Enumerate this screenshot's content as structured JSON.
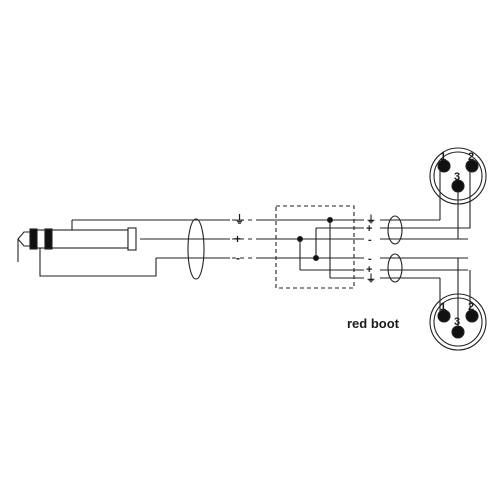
{
  "caption": "red boot",
  "cable_markers": {
    "ground": "⏚",
    "plus": "+",
    "minus": "-"
  },
  "xlr_top": {
    "pin1": "1",
    "pin2": "2",
    "pin3": "3"
  },
  "xlr_bottom": {
    "pin1": "1",
    "pin2": "2",
    "pin3": "3"
  }
}
